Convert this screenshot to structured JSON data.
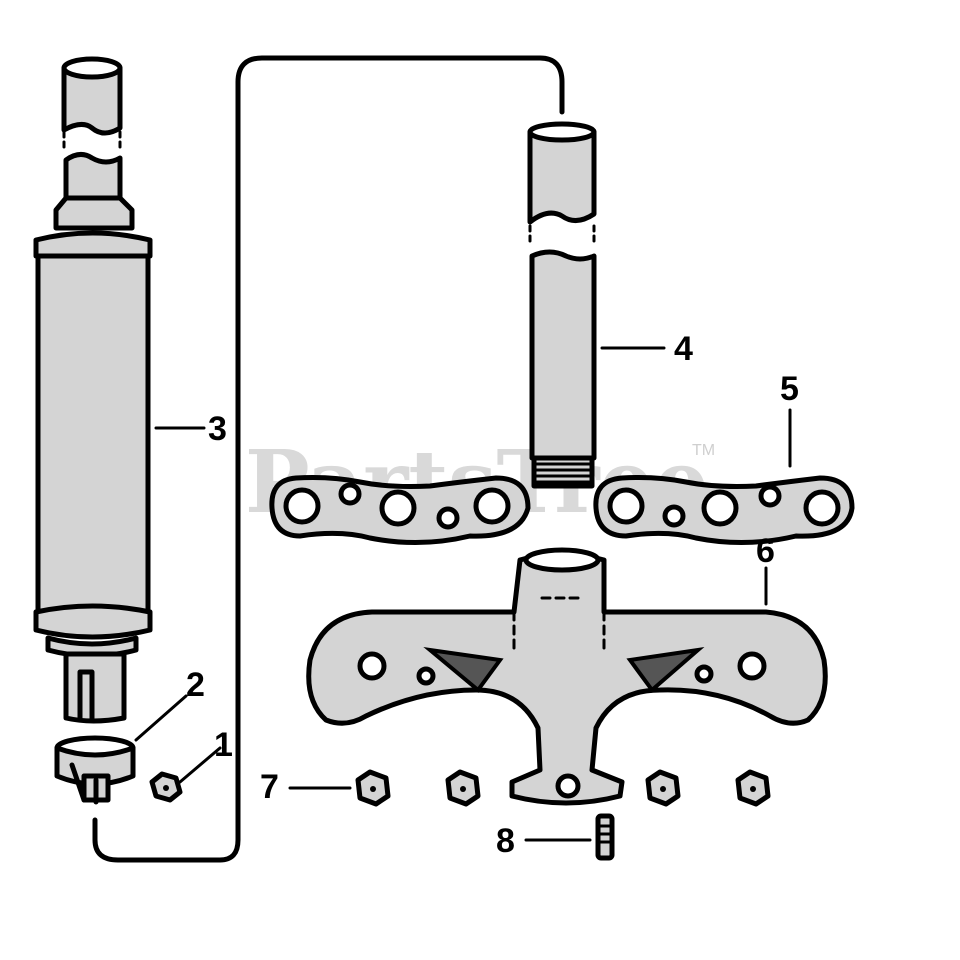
{
  "watermark": {
    "text": "PartsTree",
    "tm": "TM"
  },
  "callouts": [
    {
      "id": "1",
      "label": "1"
    },
    {
      "id": "2",
      "label": "2"
    },
    {
      "id": "3",
      "label": "3"
    },
    {
      "id": "4",
      "label": "4"
    },
    {
      "id": "5",
      "label": "5"
    },
    {
      "id": "6",
      "label": "6"
    },
    {
      "id": "7",
      "label": "7"
    },
    {
      "id": "8",
      "label": "8"
    }
  ]
}
